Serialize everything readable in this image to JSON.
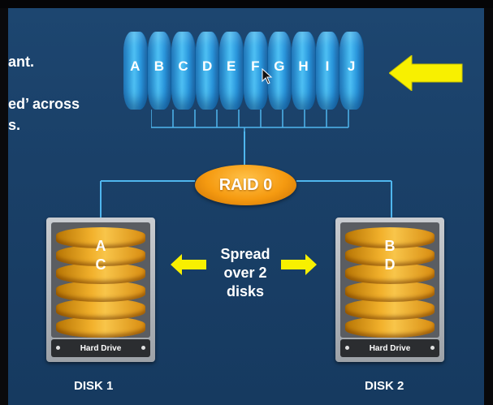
{
  "slide": {
    "left_text_fragments": [
      "ant.",
      "ed’ across",
      "s."
    ],
    "blocks": [
      "A",
      "B",
      "C",
      "D",
      "E",
      "F",
      "G",
      "H",
      "I",
      "J"
    ],
    "raid_label": "RAID 0",
    "spread_lines": [
      "Spread",
      "over 2",
      "disks"
    ],
    "disk1": {
      "blocks": [
        "A",
        "C"
      ],
      "drive_label": "Hard Drive",
      "caption": "DISK 1"
    },
    "disk2": {
      "blocks": [
        "B",
        "D"
      ],
      "drive_label": "Hard Drive",
      "caption": "DISK 2"
    }
  },
  "colors": {
    "background": "#1a4068",
    "cylinder": "#2a9ae2",
    "raid_oval": "#f59a10",
    "arrow": "#f8f000",
    "platter": "#f2b12c",
    "line": "#4fb6ee"
  },
  "icons": [
    "mouse-pointer-icon",
    "arrow-left-icon",
    "arrow-right-icon"
  ]
}
